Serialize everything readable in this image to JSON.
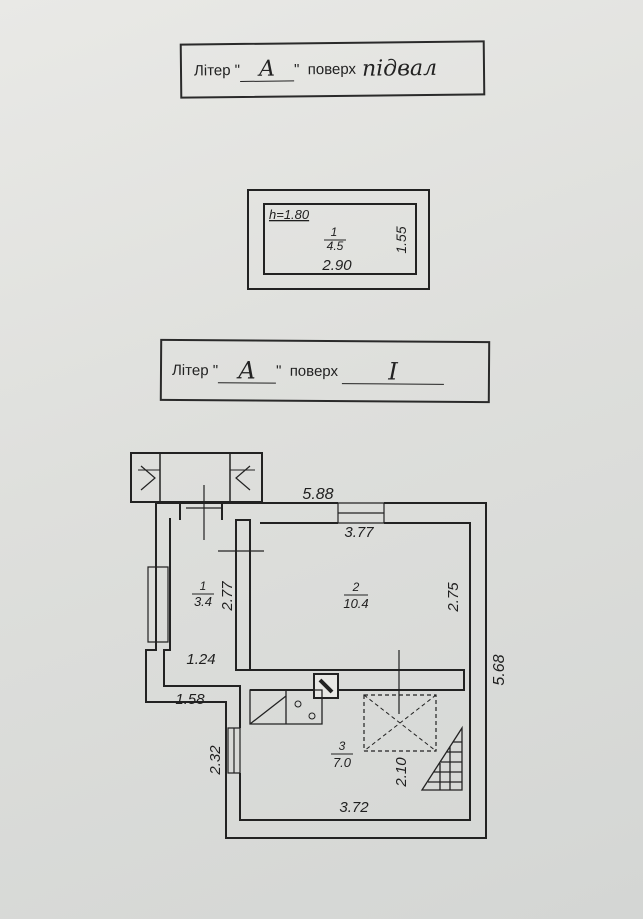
{
  "header_basement": {
    "liter_prefix": "Літер \"",
    "liter_value": "А",
    "liter_suffix": "\"  поверх",
    "floor_value": "підвал"
  },
  "basement_plan": {
    "height_label": "h=1.80",
    "room_number": "1",
    "room_area": "4.5",
    "width": "2.90",
    "depth": "1.55"
  },
  "header_floor1": {
    "liter_prefix": "Літер \"",
    "liter_value": "А",
    "liter_suffix": "\"  поверх",
    "floor_value": "I"
  },
  "floor1_plan": {
    "top_total": "5.88",
    "right_total": "5.68",
    "room1": {
      "number": "1",
      "area": "3.4",
      "height": "2.77",
      "width": "1.24"
    },
    "room2": {
      "number": "2",
      "area": "10.4",
      "top": "3.77",
      "right": "2.75"
    },
    "room3": {
      "number": "3",
      "area": "7.0",
      "bottom": "3.72",
      "right": "2.10"
    },
    "offset_left": "1.58",
    "left_lower": "2.32"
  }
}
